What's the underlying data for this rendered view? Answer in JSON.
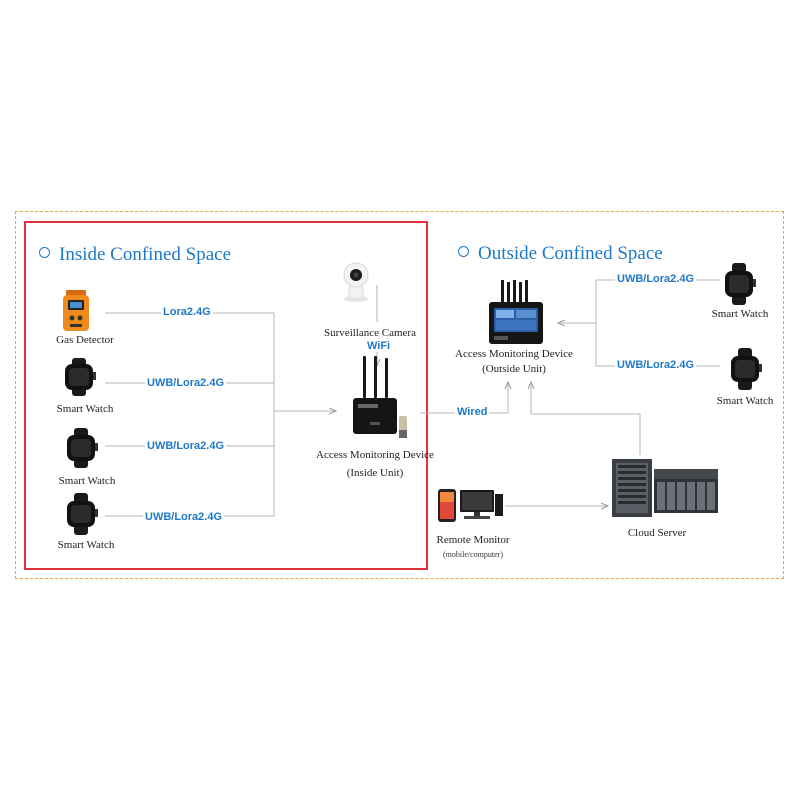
{
  "inside": {
    "title": "Inside Confined Space",
    "gas_detector": "Gas Detector",
    "watch1": "Smart Watch",
    "watch2": "Smart Watch",
    "watch3": "Smart Watch",
    "camera": "Surveillance Camera",
    "device": "Access Monitoring Device",
    "device_sub": "(Inside Unit)"
  },
  "outside": {
    "title": "Outside Confined Space",
    "device": "Access Monitoring Device",
    "device_sub": "(Outside Unit)",
    "watch1": "Smart Watch",
    "watch2": "Smart Watch",
    "remote": "Remote Monitor",
    "remote_sub": "(mobile/computer)",
    "cloud": "Cloud Server"
  },
  "links": {
    "gas": "Lora2.4G",
    "w1": "UWB/Lora2.4G",
    "w2": "UWB/Lora2.4G",
    "w3": "UWB/Lora2.4G",
    "wifi": "WiFi",
    "wired": "Wired",
    "ow1": "UWB/Lora2.4G",
    "ow2": "UWB/Lora2.4G"
  },
  "colors": {
    "accent": "#1e78c8",
    "inner_border": "#e0323a",
    "outer_border": "#f0a640",
    "line": "#aaaaaa"
  }
}
